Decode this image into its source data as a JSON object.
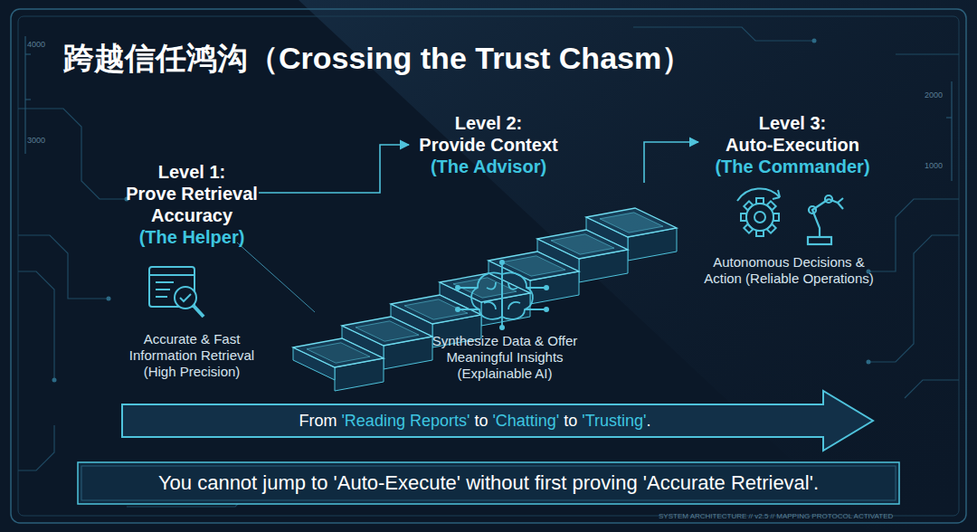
{
  "diagram": {
    "title": "跨越信任鸿沟（Crossing the Trust Chasm）",
    "nodes": [
      {
        "text": [
          "From 'Reading Reports' to 'Chatting' to 'Trusting'."
        ]
      },
      {
        "text": [
          "You cannot jump to 'Auto-Execute' without first proving 'Accurate Retrieval'."
        ]
      }
    ],
    "labels": [
      "Level 1:",
      "Prove Retrieval Accuracy",
      "(The Helper)",
      "Accurate & Fast Information Retrieval (High Precision)",
      "Level 2:",
      "Provide Context",
      "(The Advisor)",
      "Synthesize Data & Offer Meaningful Insights (Explainable AI)",
      "Level 3:",
      "Auto-Execution",
      "(The Commander)",
      "Autonomous Decisions & Action (Reliable Operations)",
      "4000",
      "3000",
      "2000",
      "1000",
      "SYSTEM ARCHITECTURE // v2.5 // MAPPING PROTOCOL ACTIVATED"
    ]
  }
}
